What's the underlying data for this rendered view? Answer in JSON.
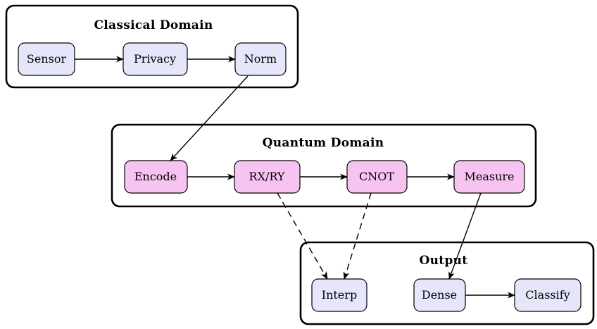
{
  "groups": {
    "classical": {
      "title": "Classical Domain"
    },
    "quantum": {
      "title": "Quantum Domain"
    },
    "output": {
      "title": "Output"
    }
  },
  "nodes": {
    "sensor": {
      "label": "Sensor",
      "group": "classical"
    },
    "privacy": {
      "label": "Privacy",
      "group": "classical"
    },
    "norm": {
      "label": "Norm",
      "group": "classical"
    },
    "encode": {
      "label": "Encode",
      "group": "quantum"
    },
    "rxry": {
      "label": "RX/RY",
      "group": "quantum"
    },
    "cnot": {
      "label": "CNOT",
      "group": "quantum"
    },
    "measure": {
      "label": "Measure",
      "group": "quantum"
    },
    "interp": {
      "label": "Interp",
      "group": "output"
    },
    "dense": {
      "label": "Dense",
      "group": "output"
    },
    "classify": {
      "label": "Classify",
      "group": "output"
    }
  },
  "edges": [
    {
      "from": "sensor",
      "to": "privacy",
      "style": "solid"
    },
    {
      "from": "privacy",
      "to": "norm",
      "style": "solid"
    },
    {
      "from": "norm",
      "to": "encode",
      "style": "solid"
    },
    {
      "from": "encode",
      "to": "rxry",
      "style": "solid"
    },
    {
      "from": "rxry",
      "to": "cnot",
      "style": "solid"
    },
    {
      "from": "cnot",
      "to": "measure",
      "style": "solid"
    },
    {
      "from": "measure",
      "to": "dense",
      "style": "solid"
    },
    {
      "from": "dense",
      "to": "classify",
      "style": "solid"
    },
    {
      "from": "rxry",
      "to": "interp",
      "style": "dashed"
    },
    {
      "from": "cnot",
      "to": "interp",
      "style": "dashed"
    }
  ],
  "colors": {
    "classical_fill": "#e6e6fa",
    "quantum_fill": "#f7c4f2",
    "output_fill": "#e6e6fa",
    "stroke": "#000000",
    "container_fill": "#ffffff"
  }
}
